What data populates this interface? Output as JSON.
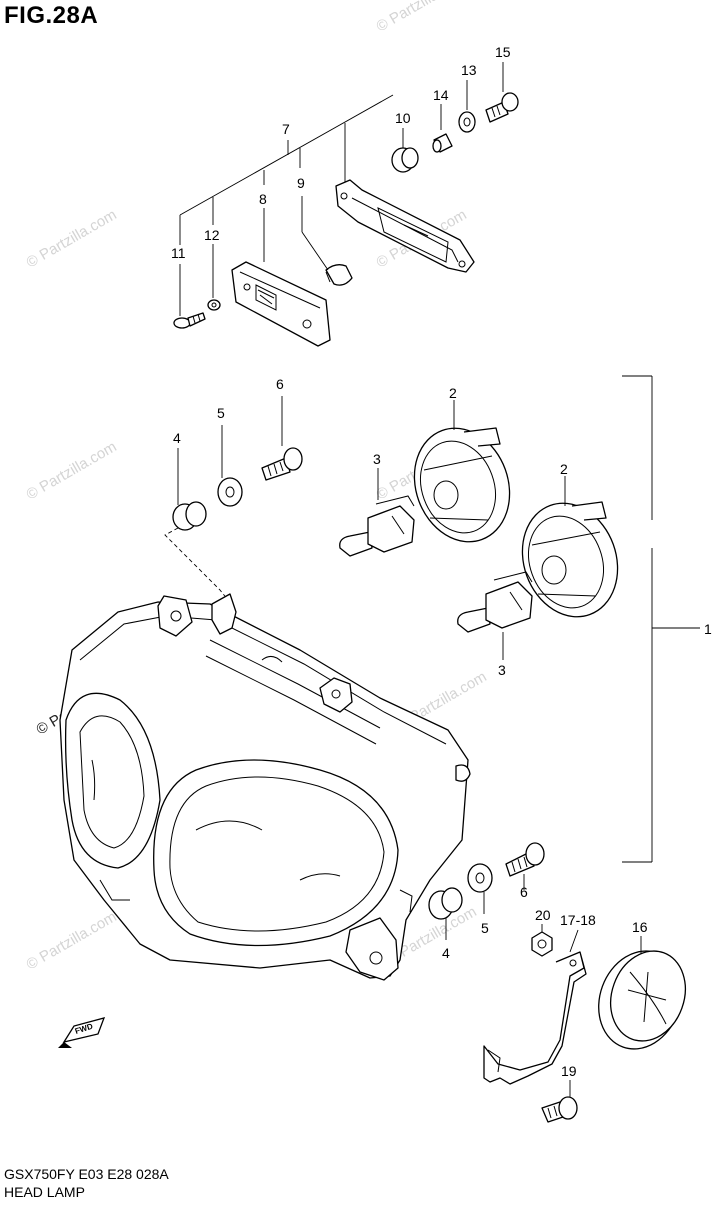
{
  "figure": {
    "title": "FIG.28A",
    "footer_model": "GSX750FY E03 E28  028A",
    "footer_section": "HEAD LAMP"
  },
  "watermark": {
    "text": "© Partzilla.com",
    "color": "#d4d4d4"
  },
  "callouts": {
    "c1": "1",
    "c2a": "2",
    "c2b": "2",
    "c3a": "3",
    "c3b": "3",
    "c4a": "4",
    "c4b": "4",
    "c5a": "5",
    "c5b": "5",
    "c6a": "6",
    "c6b": "6",
    "c7": "7",
    "c8": "8",
    "c9": "9",
    "c10": "10",
    "c11": "11",
    "c12": "12",
    "c13": "13",
    "c14": "14",
    "c15": "15",
    "c16": "16",
    "c1718": "17-18",
    "c19": "19",
    "c20": "20"
  },
  "fwd_marker": {
    "label": "FWD",
    "icon": "forward-arrow-icon"
  }
}
